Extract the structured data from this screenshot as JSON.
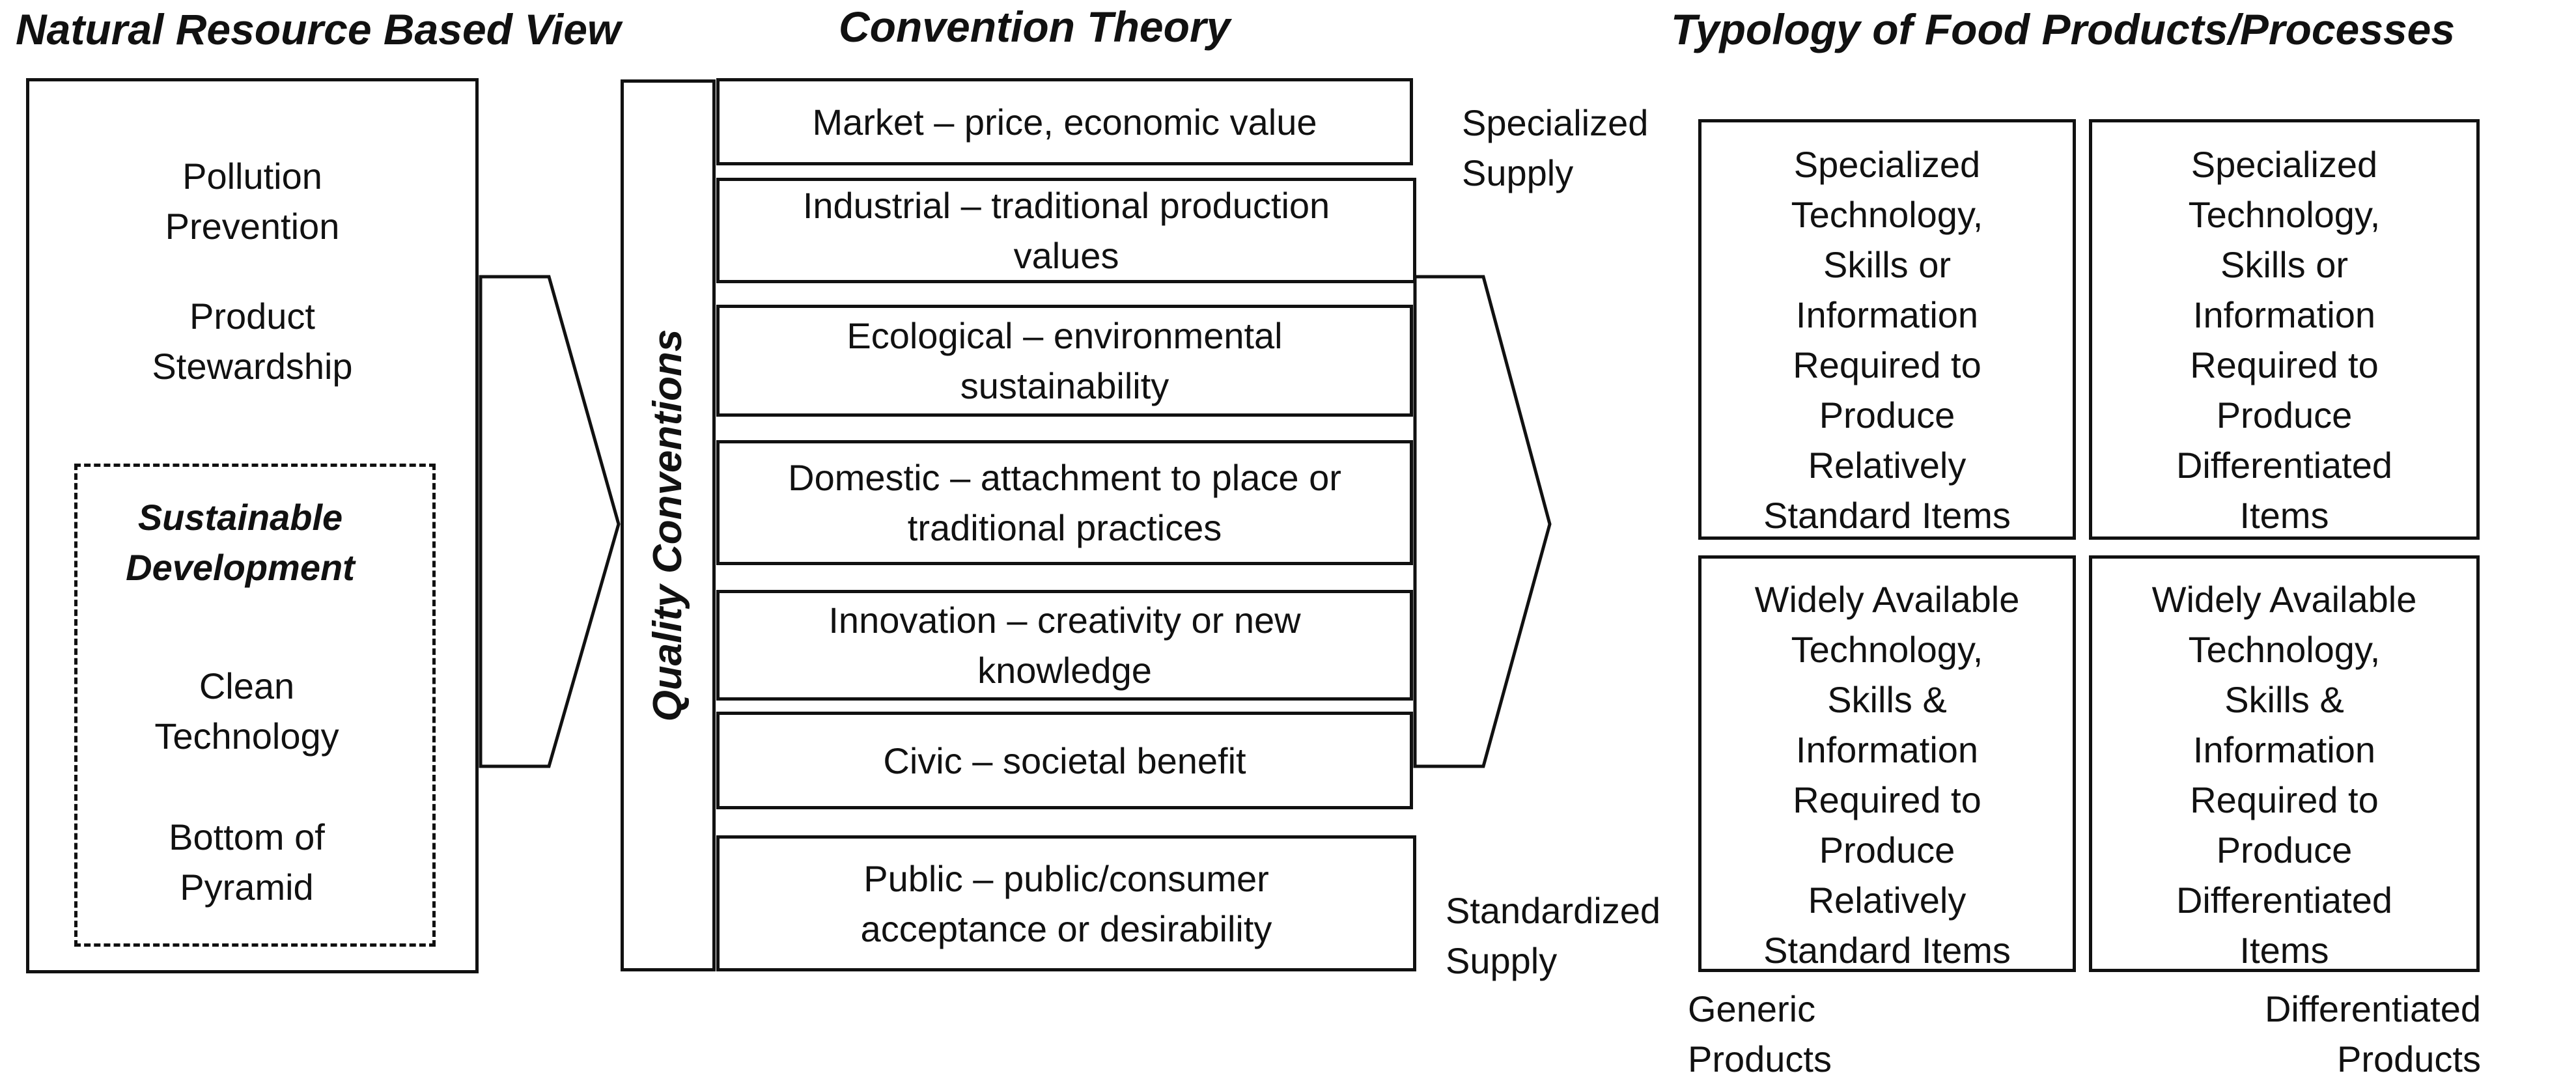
{
  "headings": {
    "nrbv": "Natural Resource Based View",
    "convention": "Convention Theory",
    "typology": "Typology of Food Products/Processes"
  },
  "nrbv": {
    "pollution": [
      "Pollution",
      "Prevention"
    ],
    "stewardship": [
      "Product",
      "Stewardship"
    ],
    "sustainable": [
      "Sustainable",
      "Development"
    ],
    "clean": [
      "Clean",
      "Technology"
    ],
    "bottom": [
      "Bottom of",
      "Pyramid"
    ]
  },
  "quality_label": "Quality Conventions",
  "conventions": [
    [
      "Market – price, economic value"
    ],
    [
      "Industrial – traditional production",
      "values"
    ],
    [
      "Ecological – environmental",
      "sustainability"
    ],
    [
      "Domestic – attachment to place or",
      "traditional practices"
    ],
    [
      "Innovation – creativity or new",
      "knowledge"
    ],
    [
      "Civic – societal benefit"
    ],
    [
      "Public – public/consumer",
      "acceptance or desirability"
    ]
  ],
  "axis": {
    "specialized": [
      "Specialized",
      "Supply"
    ],
    "standardized": [
      "Standardized",
      "Supply"
    ],
    "generic": [
      "Generic",
      "Products"
    ],
    "differentiated": [
      "Differentiated",
      "Products"
    ]
  },
  "typology": {
    "top_left": [
      "Specialized",
      "Technology,",
      "Skills or",
      "Information",
      "Required to",
      "Produce",
      "Relatively",
      "Standard Items"
    ],
    "top_right": [
      "Specialized",
      "Technology,",
      "Skills or",
      "Information",
      "Required to",
      "Produce",
      "Differentiated",
      "Items"
    ],
    "bottom_left": [
      "Widely Available",
      "Technology,",
      "Skills &",
      "Information",
      "Required to",
      "Produce",
      "Relatively",
      "Standard Items"
    ],
    "bottom_right": [
      "Widely Available",
      "Technology,",
      "Skills &",
      "Information",
      "Required to",
      "Produce",
      "Differentiated",
      "Items"
    ]
  }
}
